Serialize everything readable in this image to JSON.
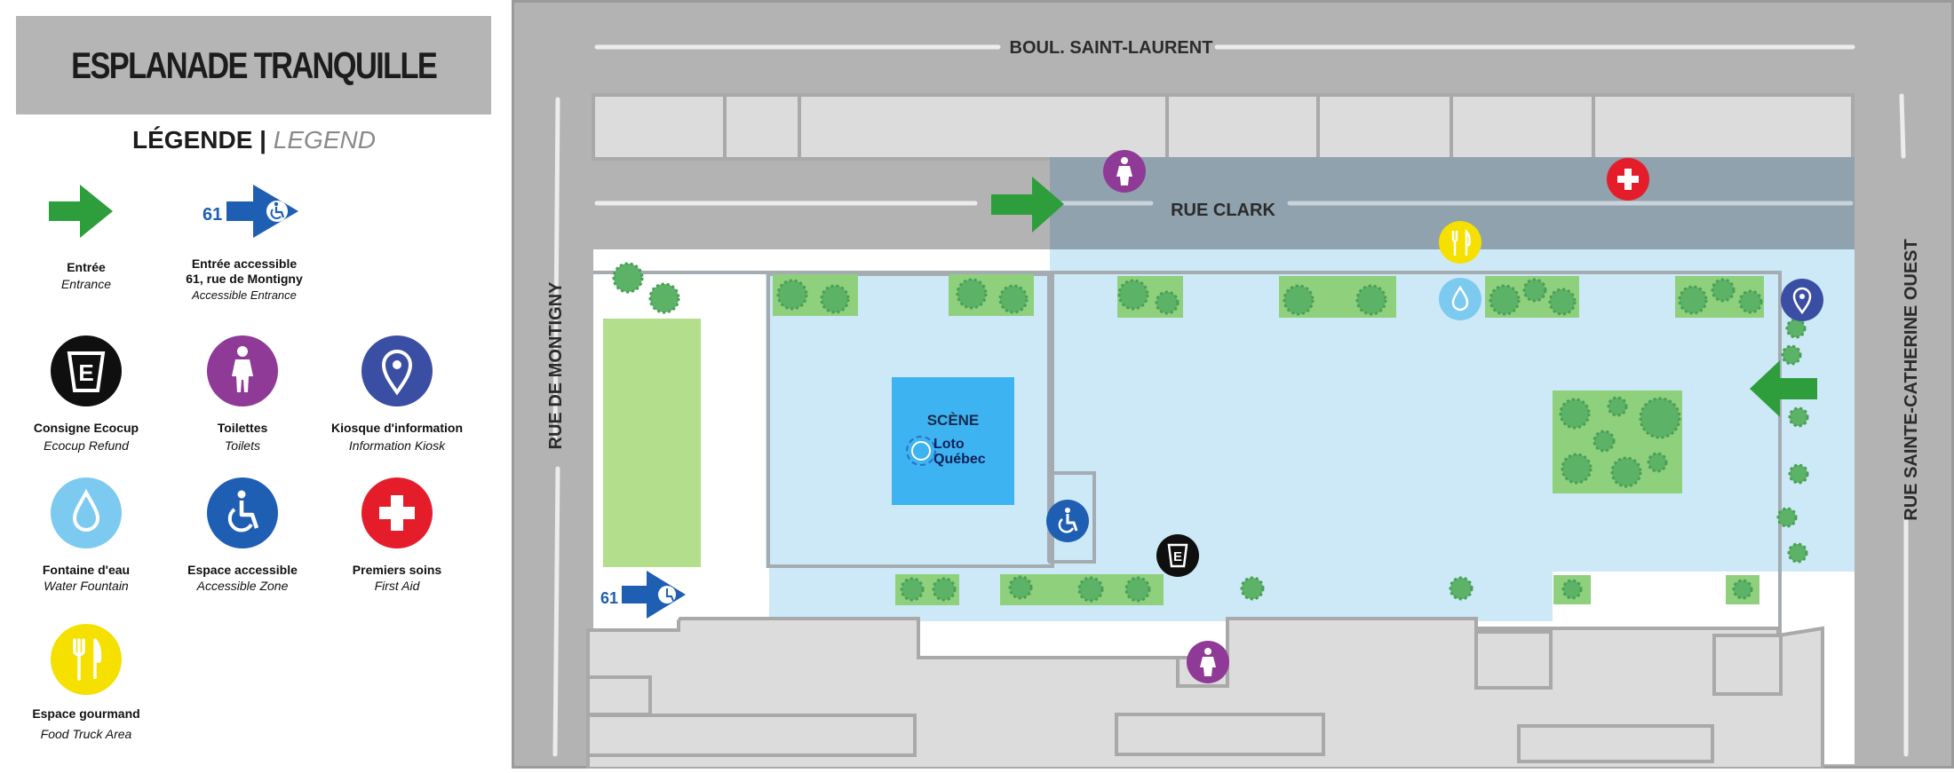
{
  "legend": {
    "title": "ESPLANADE TRANQUILLE",
    "heading_fr": "LÉGENDE",
    "heading_sep": "|",
    "heading_en": "LEGEND",
    "items": [
      {
        "icon": "green-arrow-icon",
        "fr": "Entrée",
        "fr2": "",
        "en": "Entrance"
      },
      {
        "icon": "accessible-entrance-arrow-icon",
        "badge": "61",
        "fr": "Entrée accessible",
        "fr2": "61, rue de Montigny",
        "en": "Accessible Entrance"
      },
      {
        "icon": "ecocup-icon",
        "fr": "Consigne Ecocup",
        "fr2": "",
        "en": "Ecocup Refund"
      },
      {
        "icon": "toilet-icon",
        "fr": "Toilettes",
        "fr2": "",
        "en": "Toilets"
      },
      {
        "icon": "info-kiosk-icon",
        "fr": "Kiosque d'information",
        "fr2": "",
        "en": "Information Kiosk"
      },
      {
        "icon": "water-drop-icon",
        "fr": "Fontaine d'eau",
        "fr2": "",
        "en": "Water Fountain"
      },
      {
        "icon": "wheelchair-icon",
        "fr": "Espace accessible",
        "fr2": "",
        "en": "Accessible Zone"
      },
      {
        "icon": "first-aid-icon",
        "fr": "Premiers soins",
        "fr2": "",
        "en": "First Aid"
      },
      {
        "icon": "food-icon",
        "fr": "Espace gourmand",
        "fr2": "",
        "en": "Food Truck Area"
      }
    ]
  },
  "map": {
    "streets": {
      "top": "BOUL. SAINT-LAURENT",
      "clark": "RUE CLARK",
      "left": "RUE DE MONTIGNY",
      "right": "RUE SAINTE-CATHERINE OUEST"
    },
    "stage": {
      "label": "SCÈNE",
      "sponsor_line1": "Loto",
      "sponsor_line2": "Québec"
    },
    "accessible_entrance_badge": "61"
  },
  "colors": {
    "green_arrow": "#2e9e3c",
    "blue": "#1f5fb3",
    "purple": "#8e3a96",
    "kiosk": "#3a4fa3",
    "water": "#7ccaf0",
    "red": "#e51d2a",
    "yellow": "#f5e000",
    "plaza": "#cde9f7",
    "stage": "#3db4f1",
    "road": "#b3b3b3",
    "clark": "#8fa2ad",
    "building": "#dcdcdc"
  }
}
